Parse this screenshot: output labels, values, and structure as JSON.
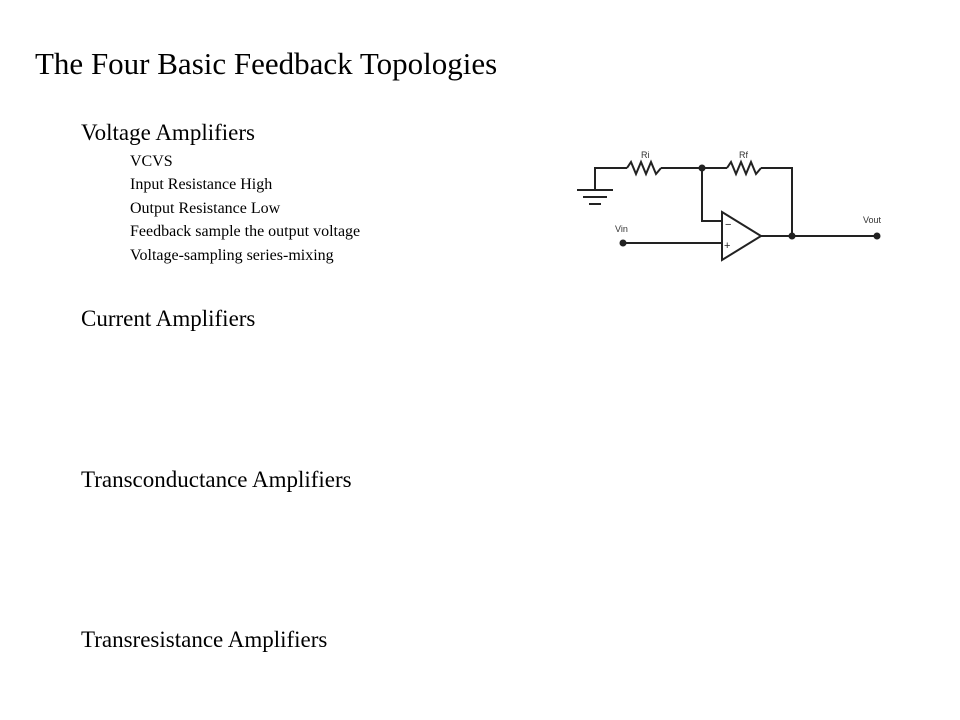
{
  "slide": {
    "title": "The Four Basic Feedback Topologies"
  },
  "sections": {
    "voltage": {
      "heading": "Voltage Amplifiers",
      "bullets": [
        "VCVS",
        "Input Resistance High",
        "Output Resistance Low",
        "Feedback sample the output voltage",
        "Voltage-sampling series-mixing"
      ]
    },
    "current": {
      "heading": "Current Amplifiers"
    },
    "transconductance": {
      "heading": "Transconductance Amplifiers"
    },
    "transresistance": {
      "heading": "Transresistance Amplifiers"
    }
  },
  "circuit": {
    "labels": {
      "ri": "Ri",
      "rf": "Rf",
      "vin": "Vin",
      "vout": "Vout",
      "minus": "−",
      "plus": "+"
    }
  }
}
